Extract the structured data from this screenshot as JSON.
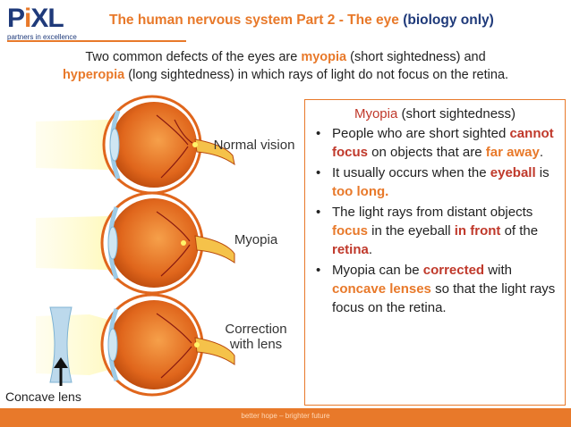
{
  "logo": {
    "word_a": "P",
    "word_i": "i",
    "word_b": "XL",
    "tagline": "partners in excellence"
  },
  "title": {
    "main": "The human nervous system Part 2 - The eye ",
    "suffix": "(biology only)"
  },
  "intro": {
    "p1": "Two common defects of the eyes are ",
    "myopia": "myopia",
    "p2": " (short sightedness) and",
    "hyperopia": "hyperopia",
    "p3": " (long sightedness) in which rays of light do not focus on the retina."
  },
  "diagram": {
    "labels": {
      "normal": "Normal vision",
      "myopia": "Myopia",
      "correction_line1": "Correction",
      "correction_line2": "with lens"
    },
    "concave_lens": "Concave lens"
  },
  "box": {
    "title_key": "Myopia",
    "title_rest": " (short sightedness)",
    "bullet": "•",
    "b1": {
      "t1": "People who are short sighted ",
      "k1": "cannot focus",
      "t2": " on objects that are ",
      "k2": "far away",
      "t3": "."
    },
    "b2": {
      "t1": "It usually occurs when the ",
      "k1": "eyeball",
      "t2": " is ",
      "k2": "too long."
    },
    "b3": {
      "t1": "The light rays from distant objects ",
      "k1": "focus",
      "t2": " in the eyeball ",
      "k2": "in front",
      "t3": " of the ",
      "k3": "retina",
      "t4": "."
    },
    "b4": {
      "t1": "Myopia can be ",
      "k1": "corrected",
      "t2": " with ",
      "k2": "concave lenses",
      "t3": " so that the light rays focus on the retina."
    }
  },
  "footer": {
    "text": "better hope – brighter future"
  },
  "colors": {
    "accent": "#e8792a",
    "brand": "#1f3a7a",
    "key": "#c0392b"
  }
}
